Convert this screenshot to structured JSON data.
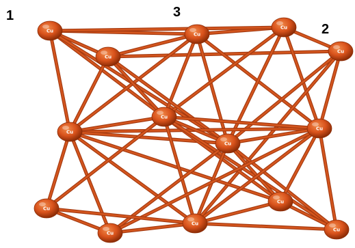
{
  "diagram": {
    "corner_labels": [
      "1",
      "3",
      "2"
    ],
    "atom_label": "Cu",
    "colors": {
      "bond": "#d4561e",
      "bond_dark": "#a53a10",
      "atom_light": "#f08a4a",
      "atom_mid": "#d9531c",
      "atom_dark": "#8c2c06"
    },
    "atoms": [
      {
        "id": "a1"
      },
      {
        "id": "a2"
      },
      {
        "id": "a3"
      },
      {
        "id": "a4"
      },
      {
        "id": "a5"
      },
      {
        "id": "a6"
      },
      {
        "id": "a7"
      },
      {
        "id": "a8"
      },
      {
        "id": "a9"
      },
      {
        "id": "a10"
      },
      {
        "id": "a11"
      },
      {
        "id": "a12"
      },
      {
        "id": "a13"
      },
      {
        "id": "a14"
      }
    ]
  }
}
